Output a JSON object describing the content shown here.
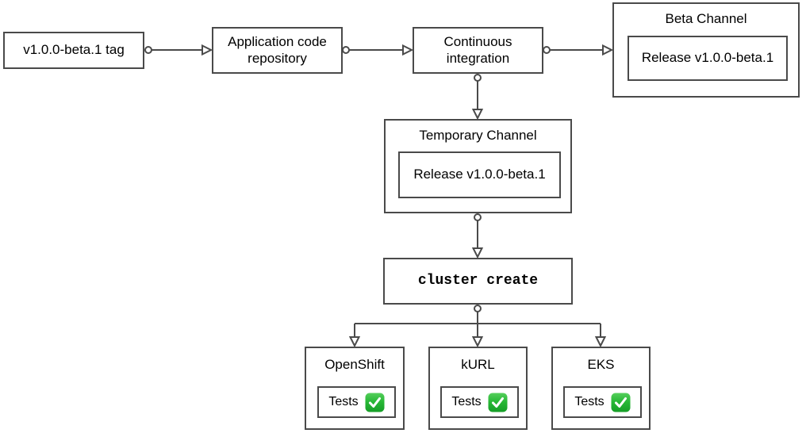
{
  "diagram": {
    "nodes": {
      "tag": {
        "label": "v1.0.0-beta.1 tag"
      },
      "repo": {
        "label": "Application code repository"
      },
      "ci": {
        "label": "Continuous integration"
      },
      "beta_channel": {
        "title": "Beta Channel",
        "release_label": "Release v1.0.0-beta.1"
      },
      "temporary_channel": {
        "title": "Temporary Channel",
        "release_label": "Release v1.0.0-beta.1"
      },
      "cluster_create": {
        "label": "cluster create"
      },
      "openshift": {
        "title": "OpenShift",
        "tests_label": "Tests"
      },
      "kurl": {
        "title": "kURL",
        "tests_label": "Tests"
      },
      "eks": {
        "title": "EKS",
        "tests_label": "Tests"
      }
    },
    "edges": [
      {
        "from": "tag",
        "to": "repo"
      },
      {
        "from": "repo",
        "to": "ci"
      },
      {
        "from": "ci",
        "to": "beta_channel"
      },
      {
        "from": "ci",
        "to": "temporary_channel"
      },
      {
        "from": "temporary_channel",
        "to": "cluster_create"
      },
      {
        "from": "cluster_create",
        "to": "openshift"
      },
      {
        "from": "cluster_create",
        "to": "kurl"
      },
      {
        "from": "cluster_create",
        "to": "eks"
      }
    ],
    "icons": {
      "tests_status": "check-pass-icon"
    },
    "colors": {
      "stroke": "#4a4a4a",
      "box_fill": "#ffffff",
      "text": "#000000",
      "check_green": "#1fb141",
      "check_green_light": "#56cf5c",
      "check_mark": "#ffffff"
    }
  }
}
